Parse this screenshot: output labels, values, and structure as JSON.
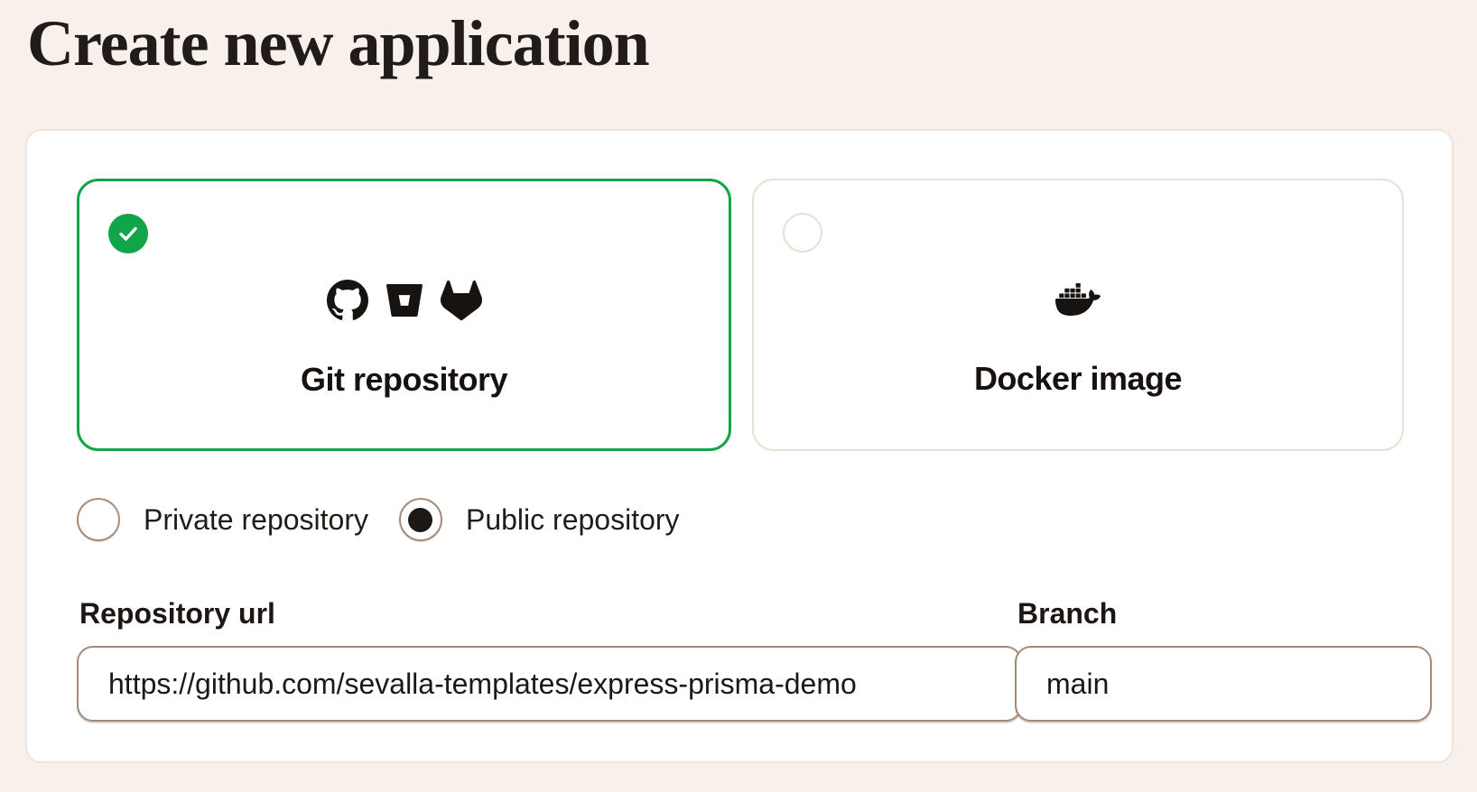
{
  "page": {
    "title": "Create new application",
    "background_color": "#f8f1eb",
    "accent_green": "#11a549",
    "border_taupe": "#a18a79"
  },
  "source_cards": [
    {
      "label": "Git repository",
      "selected": true,
      "icons": [
        "github-icon",
        "bitbucket-icon",
        "gitlab-icon"
      ],
      "check_icon": "check-icon"
    },
    {
      "label": "Docker image",
      "selected": false,
      "icons": [
        "docker-icon"
      ]
    }
  ],
  "visibility_options": [
    {
      "label": "Private repository",
      "selected": false
    },
    {
      "label": "Public repository",
      "selected": true
    }
  ],
  "fields": [
    {
      "label": "Repository url",
      "value": "https://github.com/sevalla-templates/express-prisma-demo"
    },
    {
      "label": "Branch",
      "value": "main"
    }
  ]
}
